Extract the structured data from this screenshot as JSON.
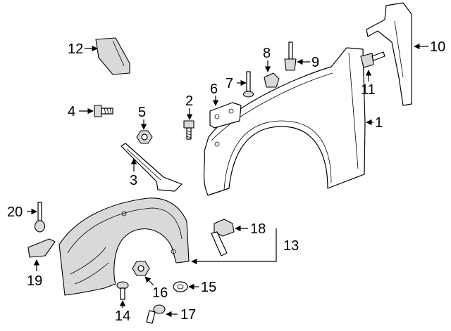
{
  "callouts": [
    "1",
    "2",
    "3",
    "4",
    "5",
    "6",
    "7",
    "8",
    "9",
    "10",
    "11",
    "12",
    "13",
    "14",
    "15",
    "16",
    "17",
    "18",
    "19",
    "20"
  ],
  "colors": {
    "line": "#000000",
    "fill": "#ffffff",
    "shade": "#d9d9d9"
  }
}
